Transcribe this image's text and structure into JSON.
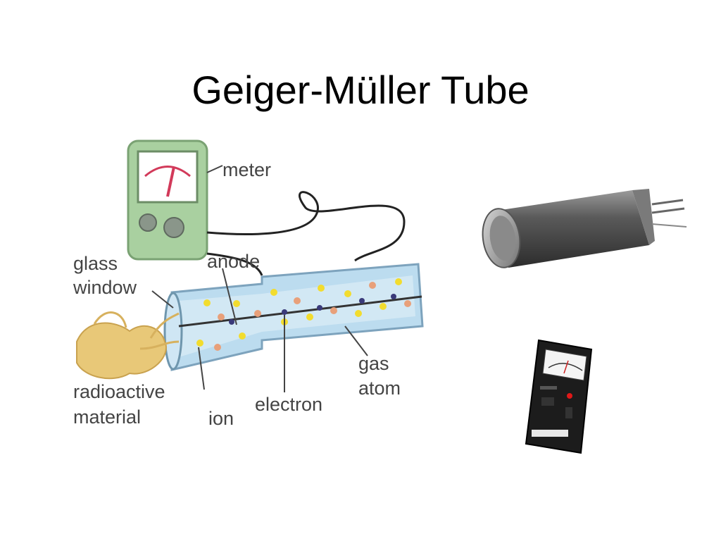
{
  "slide": {
    "title": "Geiger-Müller Tube"
  },
  "diagram": {
    "labels": {
      "meter": "meter",
      "glass_window_line1": "glass",
      "glass_window_line2": "window",
      "anode": "anode",
      "radioactive_line1": "radioactive",
      "radioactive_line2": "material",
      "ion": "ion",
      "electron": "electron",
      "gas_line1": "gas",
      "gas_line2": "atom"
    }
  },
  "colors": {
    "meter_body": "#a9d0a0",
    "tube_glass": "#bcdcef",
    "gas_atom": "#f2dc2e",
    "ion": "#e8a07a",
    "electron": "#3a3a7a",
    "radioactive": "#e8c878"
  }
}
